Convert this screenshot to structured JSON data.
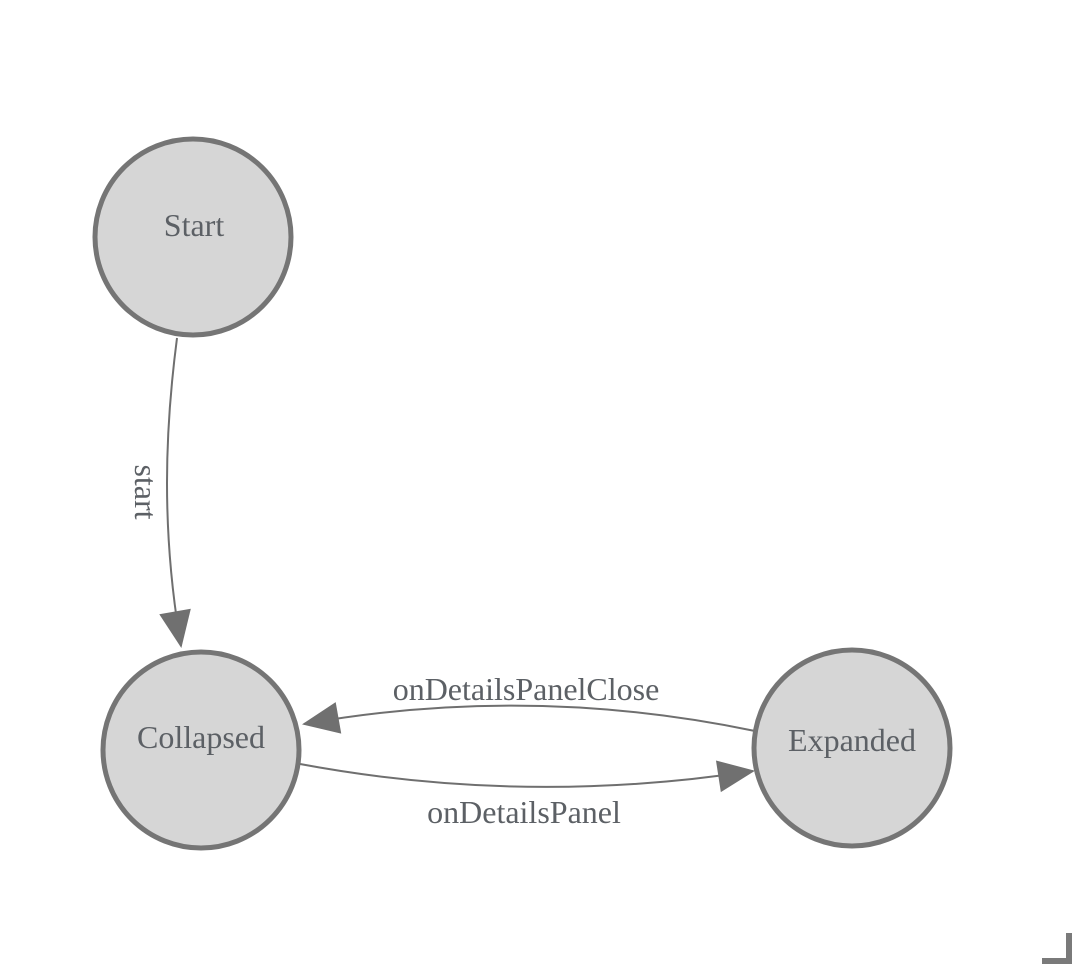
{
  "diagram": {
    "type": "state-machine",
    "background_color": "#ffffff",
    "node_fill_color": "#d6d6d6",
    "node_stroke_color": "#757575",
    "edge_color": "#6f6f6f",
    "label_color": "#5c6065",
    "corner_mark_color": "#7a7a7a",
    "nodes": [
      {
        "id": "start",
        "label": "Start"
      },
      {
        "id": "collapsed",
        "label": "Collapsed"
      },
      {
        "id": "expanded",
        "label": "Expanded"
      }
    ],
    "edges": [
      {
        "from": "start",
        "to": "collapsed",
        "label": "start"
      },
      {
        "from": "expanded",
        "to": "collapsed",
        "label": "onDetailsPanelClose"
      },
      {
        "from": "collapsed",
        "to": "expanded",
        "label": "onDetailsPanel"
      }
    ]
  }
}
